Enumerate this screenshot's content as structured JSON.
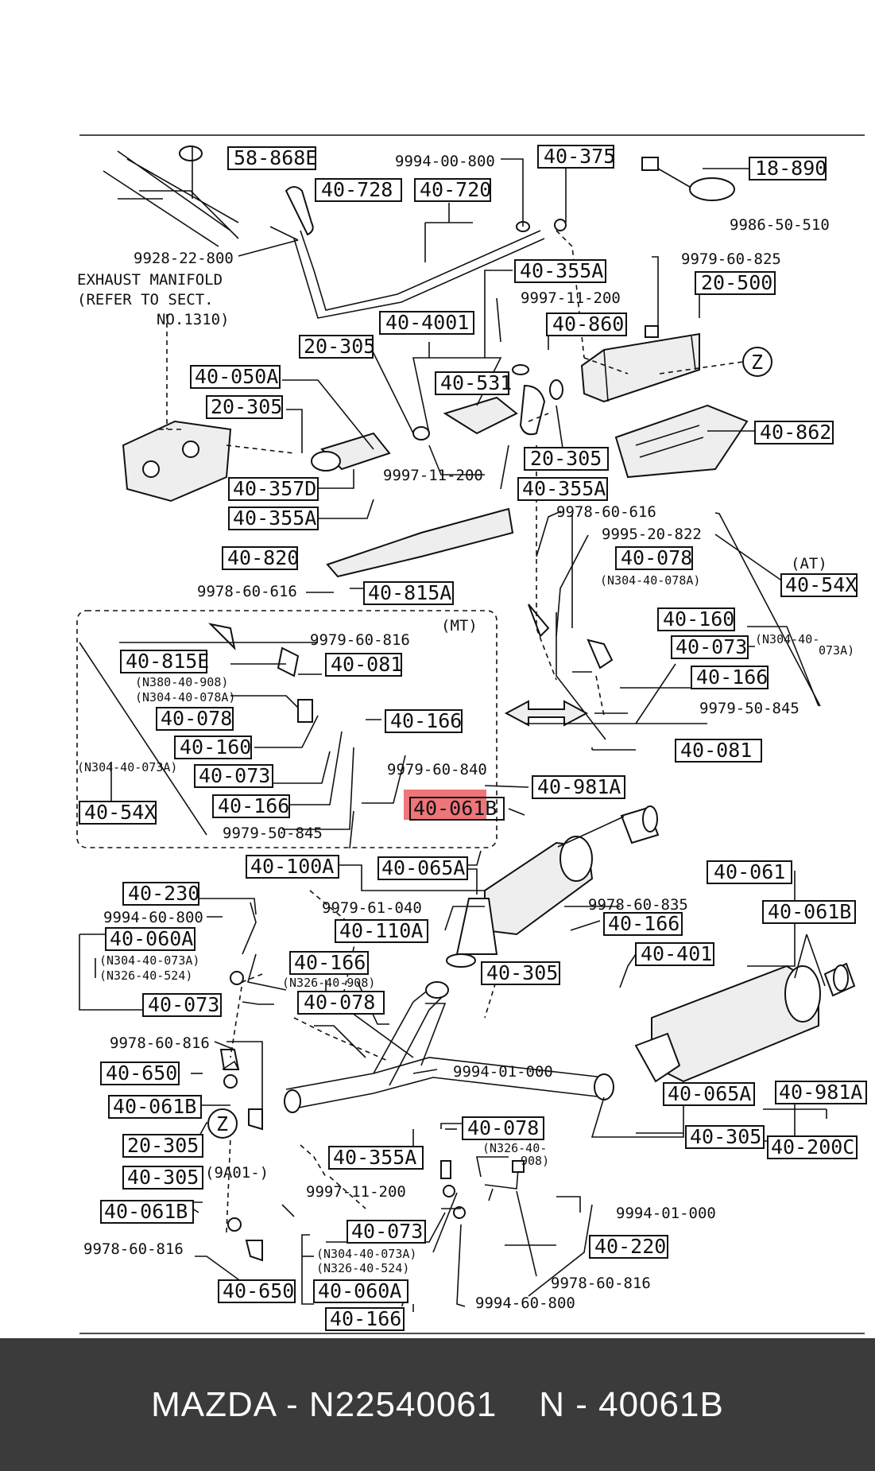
{
  "footer": {
    "text": "MAZDA - N22540061    N - 40061B"
  },
  "highlight_color": "#e8474c",
  "notes": {
    "exhaust_manifold": [
      "EXHAUST MANIFOLD",
      "(REFER TO SECT.",
      "NO.1310)"
    ],
    "mt": "(MT)",
    "at": "(AT)"
  },
  "labels": [
    "58-868E",
    "9994-00-800",
    "40-375",
    "18-890",
    "40-728",
    "40-720",
    "9986-50-510",
    "9928-22-800",
    "9979-60-825",
    "40-355A",
    "20-500",
    "9997-11-200",
    "40-860",
    "40-4001",
    "20-305",
    "40-050A",
    "40-531",
    "40-862",
    "20-305",
    "20-305",
    "9997-11-200",
    "40-357D",
    "40-355A",
    "40-355A",
    "9978-60-616",
    "40-820",
    "9995-20-822",
    "40-078",
    "(N304-40-078A)",
    "40-54X",
    "9978-60-616",
    "40-815A",
    "9979-60-816",
    "40-815E",
    "40-081",
    "(N380-40-908)",
    "(N304-40-078A)",
    "40-160",
    "(N304-40-",
    "073A)",
    "40-073",
    "40-078",
    "40-166",
    "40-166",
    "40-160",
    "9979-50-845",
    "(N304-40-073A)",
    "40-073",
    "9979-60-840",
    "40-081",
    "40-54X",
    "40-166",
    "9979-50-845",
    "40-981A",
    "40-061B",
    "40-100A",
    "40-065A",
    "40-061",
    "40-230",
    "9979-61-040",
    "9978-60-835",
    "40-061B",
    "9994-60-800",
    "40-110A",
    "40-166",
    "40-060A",
    "40-166",
    "40-401",
    "(N304-40-073A)",
    "(N326-40-524)",
    "(N326-40-908)",
    "40-305",
    "40-073",
    "40-078",
    "9978-60-816",
    "9994-01-000",
    "40-650",
    "40-061B",
    "40-065A",
    "40-981A",
    "40-078",
    "20-305",
    "40-305",
    "40-200C",
    "(N326-40-",
    "908)",
    "40-305",
    "40-355A",
    "(9A01-)",
    "9997-11-200",
    "40-061B",
    "9994-01-000",
    "40-073",
    "9978-60-816",
    "(N304-40-073A)",
    "(N326-40-524)",
    "40-220",
    "9978-60-816",
    "40-650",
    "40-060A",
    "9994-60-800",
    "40-166"
  ],
  "callouts": [
    "Z",
    "Z"
  ]
}
